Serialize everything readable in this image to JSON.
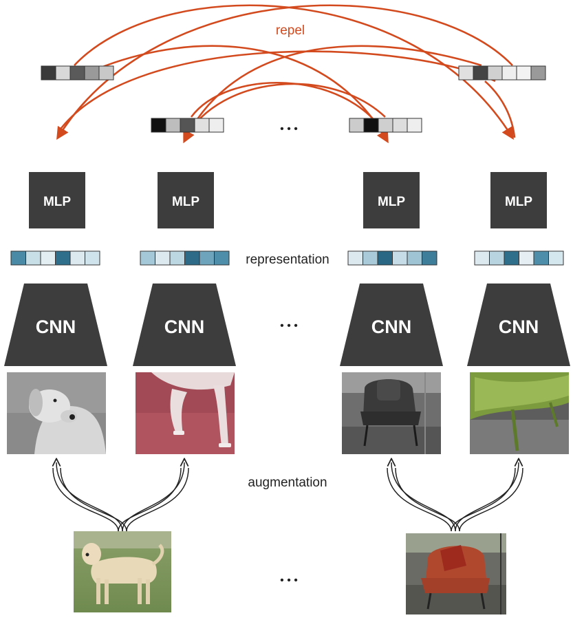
{
  "labels": {
    "repel": "repel",
    "representation": "representation",
    "augmentation": "augmentation",
    "mlp": "MLP",
    "cnn": "CNN",
    "ellipsis": "• • •"
  },
  "colors": {
    "repel_arrow": "#d24a1e",
    "block_fill": "#3d3d3d",
    "block_text": "#ffffff",
    "double_arrow": "#222222"
  },
  "columns": [
    {
      "id": "dog-1",
      "projection_cells": [
        "#3a3a3a",
        "#d8d8d8",
        "#5a5a5a",
        "#9a9a9a",
        "#c8c8c8"
      ],
      "representation_cells": [
        "#4b8aa6",
        "#c8dfe8",
        "#e3eef3",
        "#2f6f8c",
        "#dceaf0",
        "#cfe3ec"
      ],
      "view_image": "grayscale labrador dog crop"
    },
    {
      "id": "dog-2",
      "projection_cells": [
        "#111111",
        "#bdbdbd",
        "#555555",
        "#e0e0e0",
        "#eeeeee"
      ],
      "representation_cells": [
        "#a5c8d8",
        "#dceaf0",
        "#bcd6e2",
        "#2d6b88",
        "#6ea4bc",
        "#4f8eaa"
      ],
      "view_image": "red tinted dog legs crop"
    },
    {
      "id": "chair-1",
      "projection_cells": [
        "#cccccc",
        "#111111",
        "#cfcfcf",
        "#dddddd",
        "#eeeeee"
      ],
      "representation_cells": [
        "#dceaf0",
        "#a9cbd9",
        "#2a6784",
        "#c6dde7",
        "#9fc4d4",
        "#3f7e9b"
      ],
      "view_image": "grayscale armchair crop"
    },
    {
      "id": "chair-2",
      "projection_cells": [
        "#e0e0e0",
        "#444444",
        "#d0d0d0",
        "#eeeeee",
        "#f2f2f2",
        "#9a9a9a"
      ],
      "representation_cells": [
        "#dceaf0",
        "#b8d4e0",
        "#2f6f8c",
        "#e4eef3",
        "#4f8eaa",
        "#d4e6ee"
      ],
      "view_image": "green tinted chair crop"
    }
  ],
  "source_images": [
    "labrador dog on grass",
    "red armchair with pillow"
  ]
}
